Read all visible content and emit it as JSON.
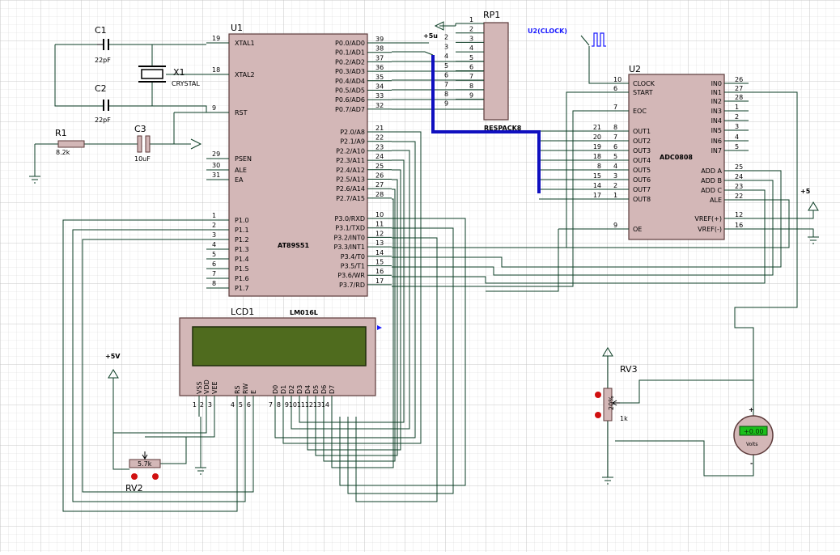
{
  "parts": {
    "u1": {
      "ref": "U1",
      "value": "AT89S51",
      "left_pins": [
        {
          "num": "19",
          "name": "XTAL1"
        },
        {
          "num": "18",
          "name": "XTAL2"
        },
        {
          "num": "9",
          "name": "RST"
        },
        {
          "num": "29",
          "name": "PSEN"
        },
        {
          "num": "30",
          "name": "ALE"
        },
        {
          "num": "31",
          "name": "EA"
        },
        {
          "num": "1",
          "name": "P1.0"
        },
        {
          "num": "2",
          "name": "P1.1"
        },
        {
          "num": "3",
          "name": "P1.2"
        },
        {
          "num": "4",
          "name": "P1.3"
        },
        {
          "num": "5",
          "name": "P1.4"
        },
        {
          "num": "6",
          "name": "P1.5"
        },
        {
          "num": "7",
          "name": "P1.6"
        },
        {
          "num": "8",
          "name": "P1.7"
        }
      ],
      "right_pins": [
        {
          "num": "39",
          "name": "P0.0/AD0"
        },
        {
          "num": "38",
          "name": "P0.1/AD1"
        },
        {
          "num": "37",
          "name": "P0.2/AD2"
        },
        {
          "num": "36",
          "name": "P0.3/AD3"
        },
        {
          "num": "35",
          "name": "P0.4/AD4"
        },
        {
          "num": "34",
          "name": "P0.5/AD5"
        },
        {
          "num": "33",
          "name": "P0.6/AD6"
        },
        {
          "num": "32",
          "name": "P0.7/AD7"
        },
        {
          "num": "21",
          "name": "P2.0/A8"
        },
        {
          "num": "22",
          "name": "P2.1/A9"
        },
        {
          "num": "23",
          "name": "P2.2/A10"
        },
        {
          "num": "24",
          "name": "P2.3/A11"
        },
        {
          "num": "25",
          "name": "P2.4/A12"
        },
        {
          "num": "26",
          "name": "P2.5/A13"
        },
        {
          "num": "27",
          "name": "P2.6/A14"
        },
        {
          "num": "28",
          "name": "P2.7/A15"
        },
        {
          "num": "10",
          "name": "P3.0/RXD"
        },
        {
          "num": "11",
          "name": "P3.1/TXD"
        },
        {
          "num": "12",
          "name": "P3.2/INT0"
        },
        {
          "num": "13",
          "name": "P3.3/INT1"
        },
        {
          "num": "14",
          "name": "P3.4/T0"
        },
        {
          "num": "15",
          "name": "P3.5/T1"
        },
        {
          "num": "16",
          "name": "P3.6/WR"
        },
        {
          "num": "17",
          "name": "P3.7/RD"
        }
      ]
    },
    "u2": {
      "ref": "U2",
      "value": "ADC0808",
      "left_pins": [
        {
          "num": "10",
          "name": "CLOCK"
        },
        {
          "num": "6",
          "name": "START"
        },
        {
          "num": "7",
          "name": "EOC"
        },
        {
          "num": "8",
          "num2": "21",
          "name": "OUT1"
        },
        {
          "num": "7",
          "num2": "20",
          "name": "OUT2"
        },
        {
          "num": "6",
          "num2": "19",
          "name": "OUT3"
        },
        {
          "num": "5",
          "num2": "18",
          "name": "OUT4"
        },
        {
          "num": "4",
          "num2": "8",
          "name": "OUT5"
        },
        {
          "num": "3",
          "num2": "15",
          "name": "OUT6"
        },
        {
          "num": "2",
          "num2": "14",
          "name": "OUT7"
        },
        {
          "num": "1",
          "num2": "17",
          "name": "OUT8"
        },
        {
          "num": "9",
          "name": "OE"
        }
      ],
      "right_pins": [
        {
          "num": "26",
          "name": "IN0"
        },
        {
          "num": "27",
          "name": "IN1"
        },
        {
          "num": "28",
          "name": "IN2"
        },
        {
          "num": "1",
          "name": "IN3"
        },
        {
          "num": "2",
          "name": "IN4"
        },
        {
          "num": "3",
          "name": "IN5"
        },
        {
          "num": "4",
          "name": "IN6"
        },
        {
          "num": "5",
          "name": "IN7"
        },
        {
          "num": "25",
          "name": "ADD A"
        },
        {
          "num": "24",
          "name": "ADD B"
        },
        {
          "num": "23",
          "name": "ADD C"
        },
        {
          "num": "22",
          "name": "ALE"
        },
        {
          "num": "12",
          "name": "VREF(+)"
        },
        {
          "num": "16",
          "name": "VREF(-)"
        }
      ]
    },
    "rp1": {
      "ref": "RP1",
      "value": "RESPACK8",
      "pins": [
        "1",
        "2",
        "3",
        "4",
        "5",
        "6",
        "7",
        "8",
        "9"
      ]
    },
    "lcd": {
      "ref": "LCD1",
      "value": "LM016L",
      "pins": [
        {
          "num": "1",
          "name": "VSS"
        },
        {
          "num": "2",
          "name": "VDD"
        },
        {
          "num": "3",
          "name": "VEE"
        },
        {
          "num": "4",
          "name": "RS"
        },
        {
          "num": "5",
          "name": "RW"
        },
        {
          "num": "6",
          "name": "E"
        },
        {
          "num": "7",
          "name": "D0"
        },
        {
          "num": "8",
          "name": "D1"
        },
        {
          "num": "9",
          "name": "D2"
        },
        {
          "num": "10",
          "name": "D3"
        },
        {
          "num": "11",
          "name": "D4"
        },
        {
          "num": "12",
          "name": "D5"
        },
        {
          "num": "13",
          "name": "D6"
        },
        {
          "num": "14",
          "name": "D7"
        }
      ]
    },
    "c1": {
      "ref": "C1",
      "value": "22pF"
    },
    "c2": {
      "ref": "C2",
      "value": "22pF"
    },
    "c3": {
      "ref": "C3",
      "value": "10uF"
    },
    "x1": {
      "ref": "X1",
      "value": "CRYSTAL"
    },
    "r1": {
      "ref": "R1",
      "value": "8.2k"
    },
    "rv2": {
      "ref": "RV2",
      "value": "5.7k"
    },
    "rv3": {
      "ref": "RV3",
      "value": "1k",
      "body": "20%"
    },
    "voltmeter": {
      "reading": "+0.00",
      "unit": "Volts",
      "plus": "+",
      "minus": "-"
    }
  },
  "net_labels": {
    "plus5u": "+5u",
    "plus5v": "+5V",
    "plus5": "+5",
    "clock": "U2(CLOCK)"
  }
}
